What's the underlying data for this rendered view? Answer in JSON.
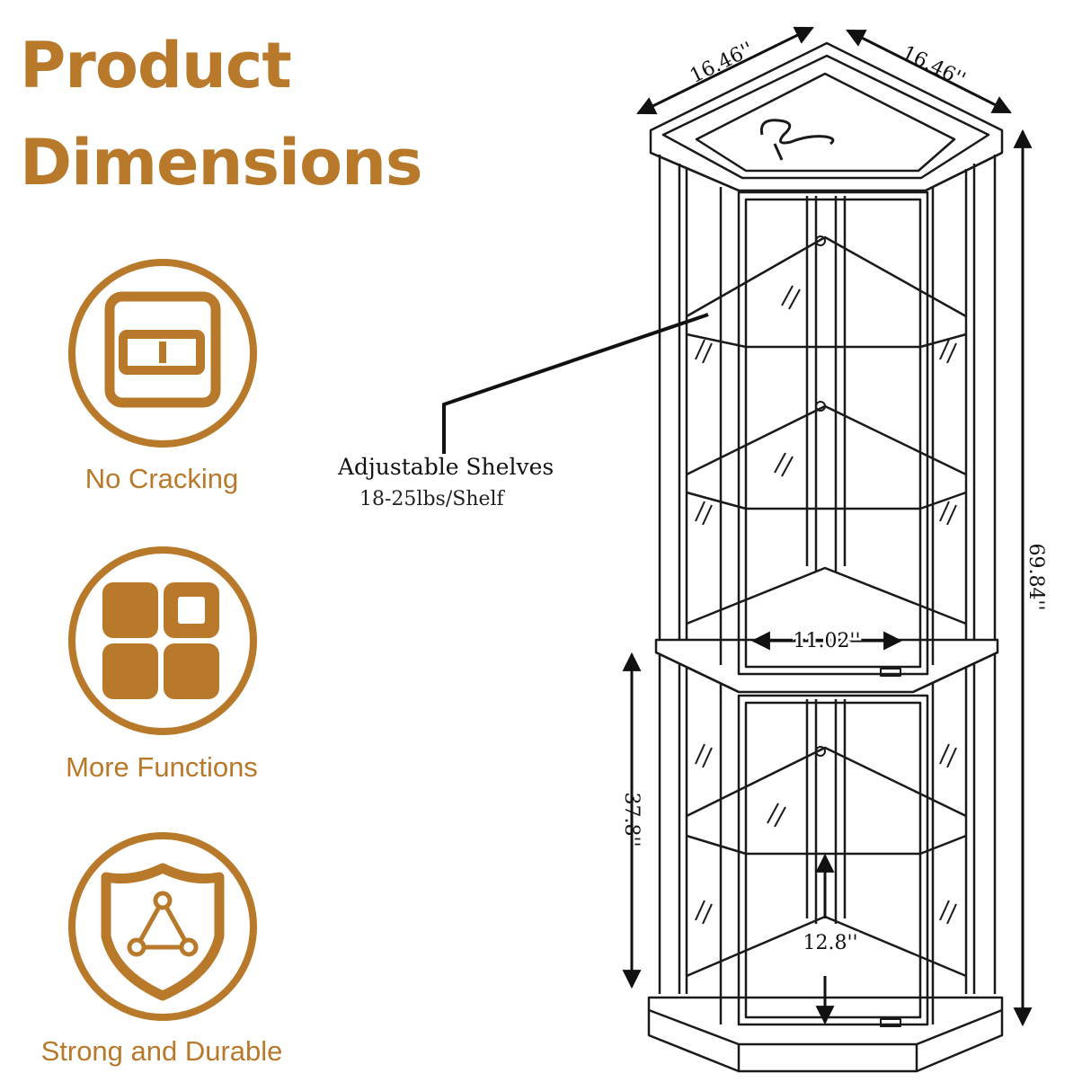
{
  "heading": {
    "line1": "Product",
    "line2": "Dimensions"
  },
  "colors": {
    "accent": "#B8792B",
    "line": "#1a1a1a",
    "background": "#ffffff"
  },
  "features": [
    {
      "icon": "panel-icon",
      "label": "No Cracking"
    },
    {
      "icon": "grid-icon",
      "label": "More Functions"
    },
    {
      "icon": "shield-icon",
      "label": "Strong and Durable"
    }
  ],
  "callout": {
    "title": "Adjustable Shelves",
    "subtitle": "18-25lbs/Shelf"
  },
  "dimensions": {
    "top_left_width": "16.46''",
    "top_right_width": "16.46''",
    "total_height": "69.84''",
    "inner_width": "11.02''",
    "lower_height": "37.8''",
    "shelf_spacing": "12.8''"
  }
}
